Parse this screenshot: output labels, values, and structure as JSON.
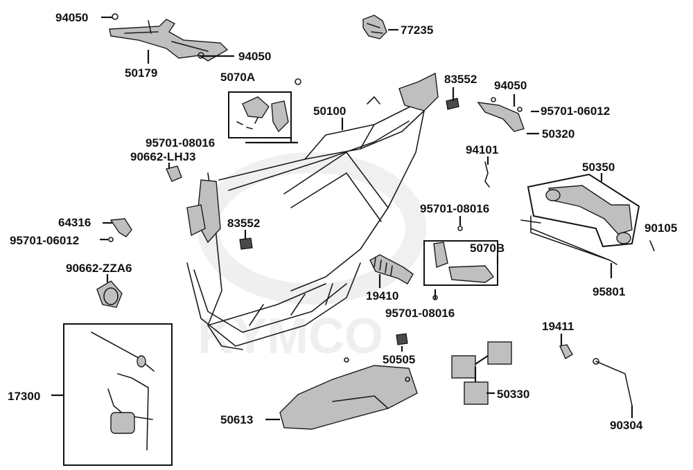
{
  "diagram": {
    "watermark": "KYMCO",
    "colors": {
      "line": "#111111",
      "part_shade": "#bfbfbf",
      "part_dark": "#4a4a4a",
      "watermark": "#e3e3e3"
    },
    "labels": {
      "p94050_a": "94050",
      "p94050_b": "94050",
      "p94050_c": "94050",
      "p50179": "50179",
      "p77235": "77235",
      "p5070A": "5070A",
      "p50100": "50100",
      "p83552_a": "83552",
      "p83552_b": "83552",
      "p95701_06012_a": "95701-06012",
      "p95701_06012_b": "95701-06012",
      "p50320": "50320",
      "p95701_08016_a": "95701-08016",
      "p95701_08016_b": "95701-08016",
      "p95701_08016_c": "95701-08016",
      "p90662_LHJ3": "90662-LHJ3",
      "p94101": "94101",
      "p50350": "50350",
      "p64316": "64316",
      "p90105": "90105",
      "p5070B": "5070B",
      "p90662_ZZA6": "90662-ZZA6",
      "p19410": "19410",
      "p95801": "95801",
      "p19411": "19411",
      "p50505": "50505",
      "p17300": "17300",
      "p50330": "50330",
      "p50613": "50613",
      "p90304": "90304"
    }
  }
}
